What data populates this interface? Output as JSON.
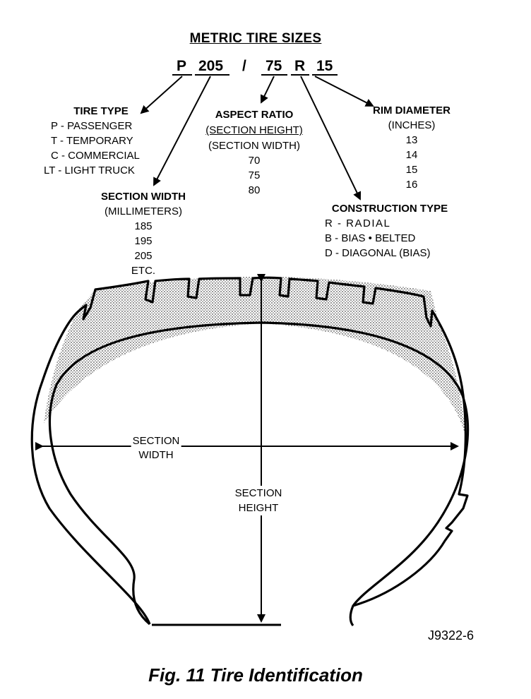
{
  "title": "METRIC TIRE SIZES",
  "code": {
    "p": "P",
    "width": "205",
    "slash": "/",
    "ratio": "75",
    "construction": "R",
    "rim": "15"
  },
  "tire_type": {
    "heading": "TIRE TYPE",
    "items": [
      "P - PASSENGER",
      "T - TEMPORARY",
      "C - COMMERCIAL",
      "LT - LIGHT TRUCK"
    ]
  },
  "section_width_info": {
    "heading": "SECTION WIDTH",
    "unit": "(MILLIMETERS)",
    "values": [
      "185",
      "195",
      "205",
      "ETC."
    ]
  },
  "aspect_ratio": {
    "heading": "ASPECT RATIO",
    "numerator": "(SECTION HEIGHT)",
    "denominator": "(SECTION WIDTH)",
    "values": [
      "70",
      "75",
      "80"
    ]
  },
  "rim_diameter": {
    "heading": "RIM DIAMETER",
    "unit": "(INCHES)",
    "values": [
      "13",
      "14",
      "15",
      "16"
    ]
  },
  "construction_type": {
    "heading": "CONSTRUCTION TYPE",
    "items": [
      "R - RADIAL",
      "B - BIAS • BELTED",
      "D - DIAGONAL (BIAS)"
    ]
  },
  "diagram": {
    "section_width_label": [
      "SECTION",
      "WIDTH"
    ],
    "section_height_label": [
      "SECTION",
      "HEIGHT"
    ]
  },
  "figure_number": "J9322-6",
  "caption": "Fig. 11 Tire Identification"
}
